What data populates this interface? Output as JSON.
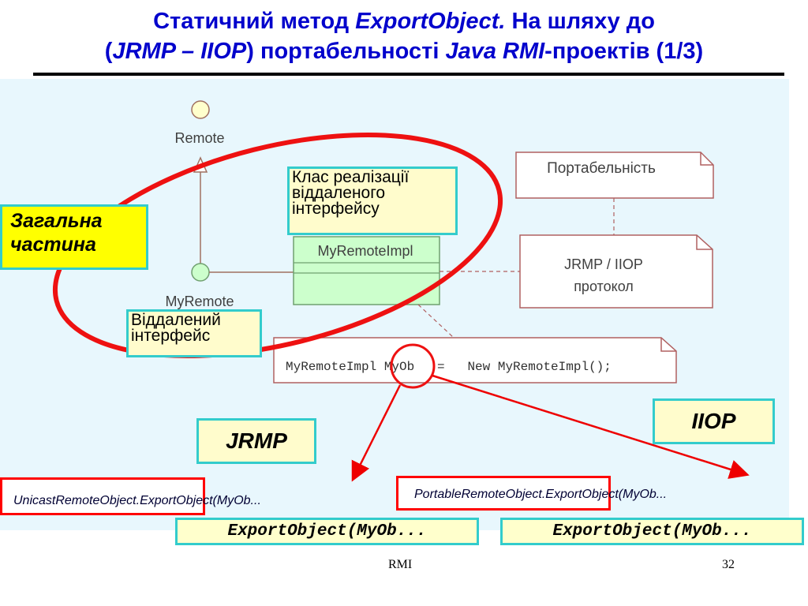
{
  "title": {
    "line1_a": "Статичний метод ",
    "line1_b": "ExportObject.",
    "line1_c": " На шляху до",
    "line2_a": "(",
    "line2_b": "JRMP – IIOP",
    "line2_c": ") портабельності ",
    "line2_d": "Java RMI",
    "line2_e": "-проектів (1/3)"
  },
  "uml": {
    "remote_label": "Remote",
    "myremote_label": "MyRemote",
    "myremoteimpl_label": "MyRemoteImpl",
    "portability_note": "Портабельність",
    "protocol_note_line1": "JRMP / IIOP",
    "protocol_note_line2": "протокол",
    "code_line": "MyRemoteImpl MyOb   =   New MyRemoteImpl();"
  },
  "callouts": {
    "impl_class": "Клас реалізації віддаленого інтерфейсу",
    "remote_interface": "Віддалений інтерфейс",
    "general_part": "Загальна частина"
  },
  "protocols": {
    "jrmp": "JRMP",
    "iiop": "IIOP"
  },
  "calls": {
    "unicast": "UnicastRemoteObject.ExportObject(MyOb...",
    "portable": "PortableRemoteObject.ExportObject(MyOb...",
    "export_left": "ExportObject(MyOb...",
    "export_right": "ExportObject(MyOb..."
  },
  "footer": {
    "center": "RMI",
    "page": "32"
  }
}
